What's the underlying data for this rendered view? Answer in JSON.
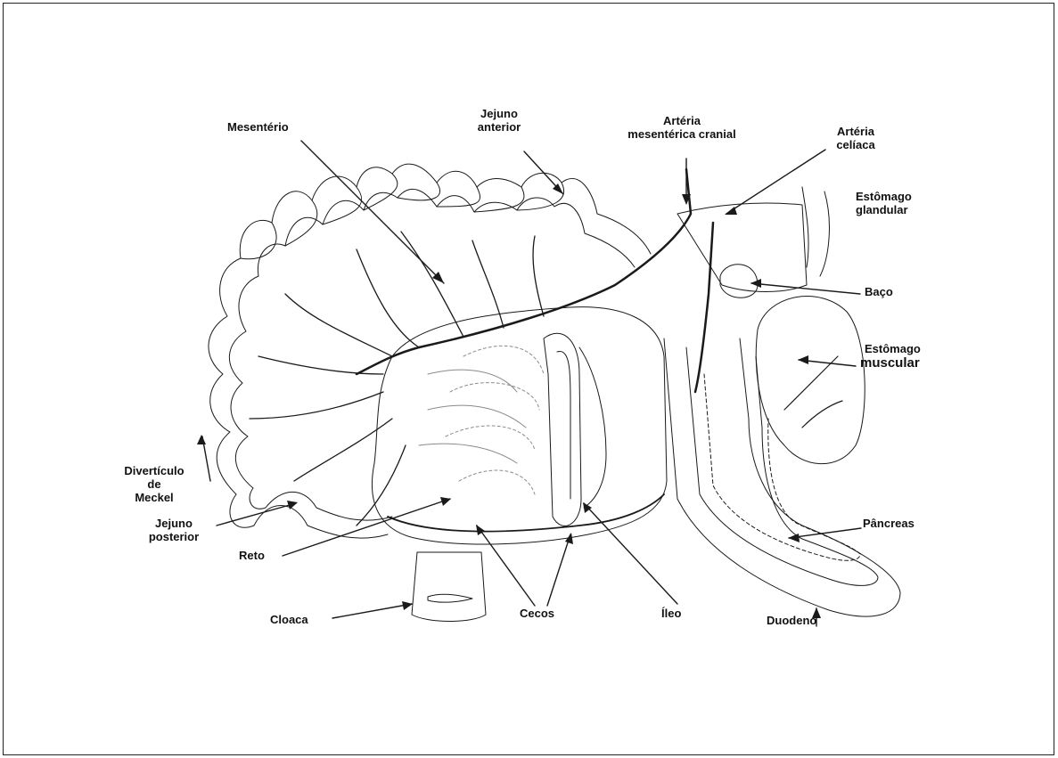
{
  "labels": {
    "mesenterio": "Mesentério",
    "jejuno_anterior": "Jejuno\nanterior",
    "arteria_mesenterica": "Artéria\nmesentérica cranial",
    "arteria_celiaca": "Artéria\ncelíaca",
    "estomago_glandular": "Estômago\nglandular",
    "baco": "Baço",
    "estomago_muscular_1": "Estômago",
    "estomago_muscular_2": "muscular",
    "diverticulo": "Divertículo\nde\nMeckel",
    "jejuno_posterior": "Jejuno\nposterior",
    "reto": "Reto",
    "pancreas": "Pâncreas",
    "cloaca": "Cloaca",
    "cecos": "Cecos",
    "ileo": "Íleo",
    "duodeno": "Duodeno"
  },
  "colors": {
    "line": "#1a1a1a",
    "light_line": "#8a8a8a",
    "background": "#ffffff"
  }
}
